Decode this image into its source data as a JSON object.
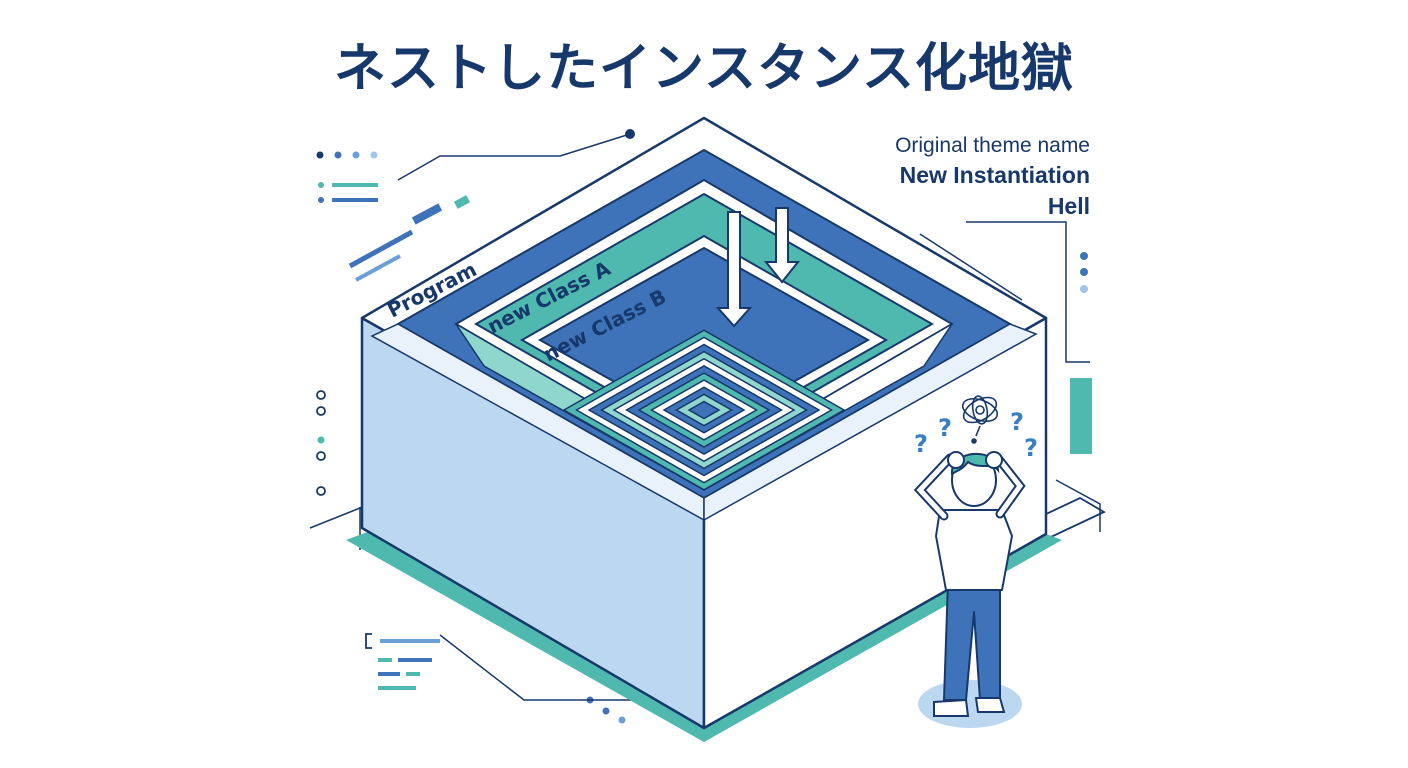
{
  "title": "ネストしたインスタンス化地獄",
  "theme": {
    "caption": "Original theme name",
    "name": "New Instantiation\nHell"
  },
  "layers": {
    "program": "Program",
    "class_a": "new Class A",
    "class_b": "new Class B"
  },
  "person": {
    "confusion_marks": [
      "?",
      "?",
      "?",
      "?"
    ]
  },
  "colors": {
    "navy": "#17386a",
    "blue": "#3f73b9",
    "light_blue": "#b9d6ee",
    "teal": "#4fb9b0",
    "teal_light": "#8fd6cc"
  }
}
